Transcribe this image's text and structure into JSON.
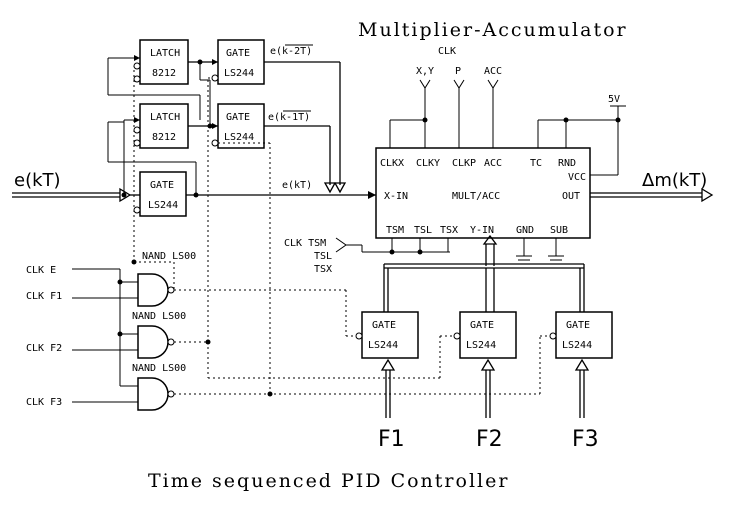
{
  "title": "Multiplier-Accumulator",
  "caption": "Time sequenced PID Controller",
  "input_signal": "e(kT)",
  "output_signal": "Δm(kT)",
  "supply": "5V",
  "top_clk": {
    "clk": "CLK",
    "xy": "X,Y",
    "p": "P",
    "acc": "ACC"
  },
  "latches": [
    {
      "name": "LATCH",
      "part": "8212"
    },
    {
      "name": "LATCH",
      "part": "8212"
    }
  ],
  "gates_top": [
    {
      "name": "GATE",
      "part": "LS244",
      "out": "e(k-2T)"
    },
    {
      "name": "GATE",
      "part": "LS244",
      "out": "e(k-1T)"
    },
    {
      "name": "GATE",
      "part": "LS244",
      "out": "e(kT)"
    }
  ],
  "mac": {
    "clkx": "CLKX",
    "clky": "CLKY",
    "clkp": "CLKP",
    "acc": "ACC",
    "tc": "TC",
    "rnd": "RND",
    "vcc": "VCC",
    "xin": "X-IN",
    "name": "MULT/ACC",
    "out": "OUT",
    "tsm": "TSM",
    "tsl": "TSL",
    "tsx": "TSX",
    "yin": "Y-IN",
    "gnd": "GND",
    "sub": "SUB"
  },
  "clk_ts": {
    "tsm": "CLK TSM",
    "tsl": "TSL",
    "tsx": "TSX"
  },
  "nands": [
    {
      "label": "NAND LS00"
    },
    {
      "label": "NAND LS00"
    },
    {
      "label": "NAND LS00"
    }
  ],
  "clocks": [
    "CLK E",
    "CLK F1",
    "CLK F2",
    "CLK F3"
  ],
  "gates_bottom": [
    {
      "name": "GATE",
      "part": "LS244",
      "input": "F1"
    },
    {
      "name": "GATE",
      "part": "LS244",
      "input": "F2"
    },
    {
      "name": "GATE",
      "part": "LS244",
      "input": "F3"
    }
  ]
}
